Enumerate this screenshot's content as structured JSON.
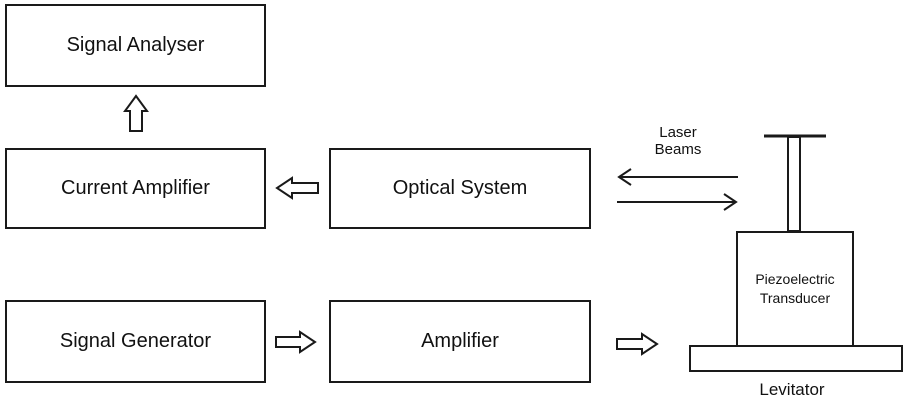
{
  "blocks": {
    "signal_analyser": "Signal Analyser",
    "current_amplifier": "Current Amplifier",
    "optical_system": "Optical System",
    "signal_generator": "Signal Generator",
    "amplifier": "Amplifier"
  },
  "levitator": {
    "laser_label_line1": "Laser",
    "laser_label_line2": "Beams",
    "transducer_line1": "Piezoelectric",
    "transducer_line2": "Transducer",
    "caption": "Levitator"
  },
  "colors": {
    "stroke": "#1a1a1a",
    "background": "#ffffff"
  }
}
